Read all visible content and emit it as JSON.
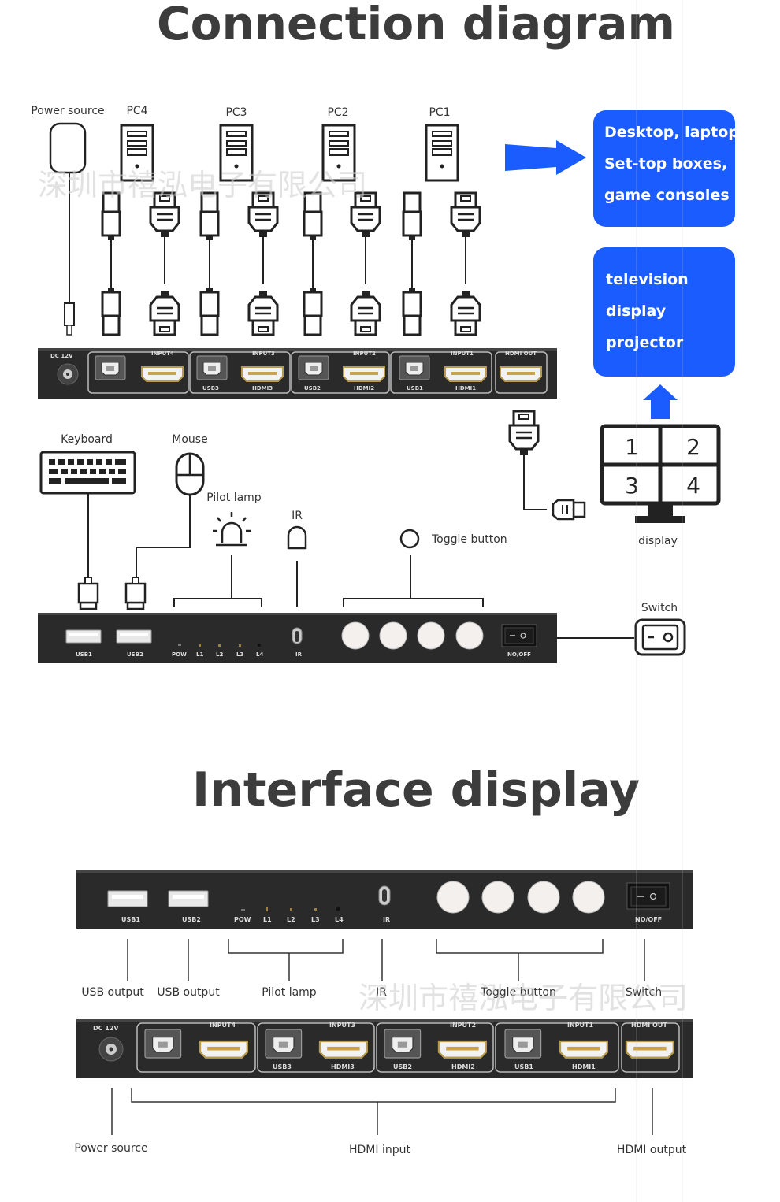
{
  "titles": {
    "connection": "Connection diagram",
    "interface": "Interface display"
  },
  "top_labels": {
    "power_source": "Power source",
    "pc4": "PC4",
    "pc3": "PC3",
    "pc2": "PC2",
    "pc1": "PC1",
    "keyboard": "Keyboard",
    "mouse": "Mouse",
    "pilot_lamp": "Pilot lamp",
    "ir": "IR",
    "toggle_button": "Toggle button",
    "display": "display",
    "switch": "Switch"
  },
  "source_box": {
    "line1": "Desktop, laptop",
    "line2": "Set-top boxes,",
    "line3": "game consoles"
  },
  "output_box": {
    "line1": "television",
    "line2": "display",
    "line3": "projector"
  },
  "display_quadrants": [
    "1",
    "2",
    "3",
    "4"
  ],
  "back_panel": {
    "dc": "DC 12V",
    "input4": "INPUT4",
    "input3": "INPUT3",
    "input2": "INPUT2",
    "input1": "INPUT1",
    "hdmi_out": "HDMI OUT",
    "usb3": "USB3",
    "hdmi3": "HDMI3",
    "usb2": "USB2",
    "hdmi2": "HDMI2",
    "usb1": "USB1",
    "hdmi1": "HDMI1"
  },
  "front_panel": {
    "usb1": "USB1",
    "usb2": "USB2",
    "pow": "POW",
    "l1": "L1",
    "l2": "L2",
    "l3": "L3",
    "l4": "L4",
    "ir": "IR",
    "onoff": "NO/OFF"
  },
  "interface_labels": {
    "usb_output_1": "USB output",
    "usb_output_2": "USB output",
    "pilot_lamp": "Pilot lamp",
    "ir": "IR",
    "toggle_button": "Toggle button",
    "switch": "Switch",
    "power_source": "Power source",
    "hdmi_input": "HDMI input",
    "hdmi_output": "HDMI output"
  },
  "watermark": {
    "text1": "深圳市禧泓电子有限公司",
    "text2": "深圳市禧泓电子有限公司"
  },
  "colors": {
    "accent": "#1a5cff",
    "device": "#2a2a2a",
    "title": "#3c3c3c"
  }
}
